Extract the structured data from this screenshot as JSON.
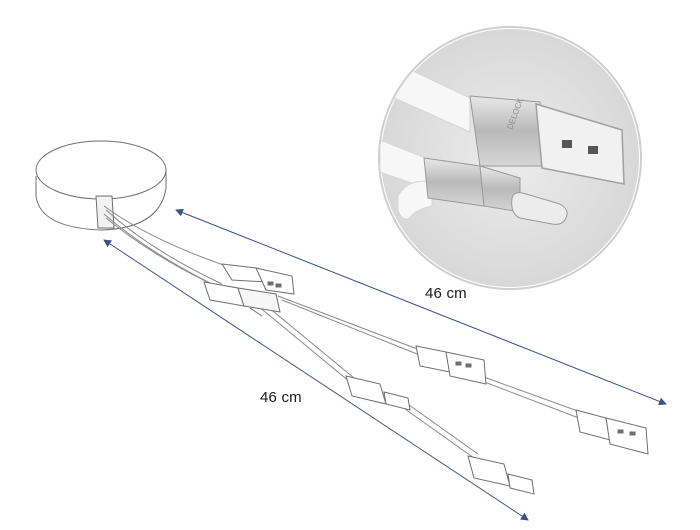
{
  "dimensions": {
    "upper_length": "46 cm",
    "lower_length": "46 cm"
  },
  "colors": {
    "outline": "#6f6f6f",
    "dimension_line": "#3f4f8a",
    "inset_background": "#e3e3e3",
    "metal_silver": "#c4c4c4",
    "cable_white": "#f7f7f7"
  },
  "detail_inset": {
    "brand_engraving": "DELOCK"
  }
}
